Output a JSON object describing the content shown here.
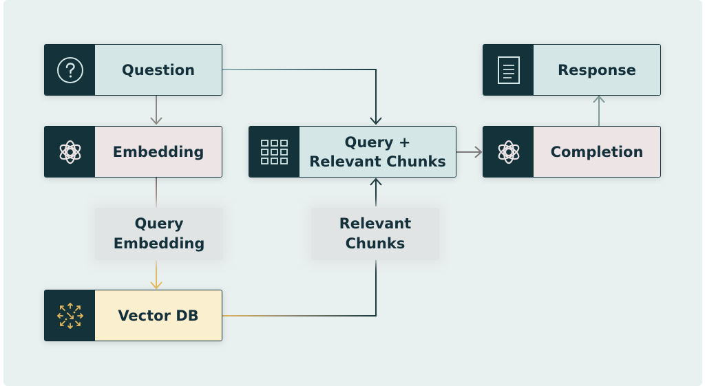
{
  "nodes": {
    "question": {
      "label": "Question",
      "icon": "question-circle-icon"
    },
    "embedding": {
      "label": "Embedding",
      "icon": "openai-logo-icon"
    },
    "vector_db": {
      "label": "Vector DB",
      "icon": "scatter-arrows-icon"
    },
    "query_chunks": {
      "line1": "Query +",
      "line2": "Relevant Chunks",
      "icon": "grid-icon"
    },
    "completion": {
      "label": "Completion",
      "icon": "openai-logo-icon"
    },
    "response": {
      "label": "Response",
      "icon": "document-icon"
    }
  },
  "edge_labels": {
    "query_embedding": {
      "line1": "Query",
      "line2": "Embedding"
    },
    "relevant_chunks": {
      "line1": "Relevant",
      "line2": "Chunks"
    }
  },
  "colors": {
    "dark": "#13323a",
    "teal_fill": "#d4e6e6",
    "pink_fill": "#ede4e6",
    "yellow_fill": "#faefcf",
    "arrow_gold": "#e8b95a",
    "arrow_gray": "#8a8a86",
    "arrow_dark": "#1b3a40"
  }
}
